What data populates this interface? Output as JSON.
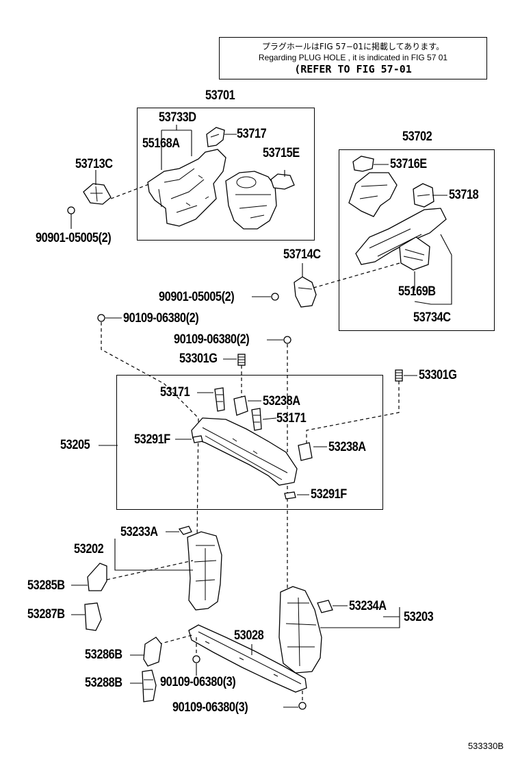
{
  "note": {
    "line1": "プラグホールはFIG 57−01に掲載してあります。",
    "line2": "Regarding  PLUG  HOLE , it is indicated in  FIG  57  01",
    "line3": "(REFER TO FIG 57-01"
  },
  "labels": {
    "p53701": "53701",
    "p53733D": "53733D",
    "p53717": "53717",
    "p55168A": "55168A",
    "p53715E": "53715E",
    "p53713C": "53713C",
    "p90901_a": "90901-05005(2)",
    "p53702": "53702",
    "p53716E": "53716E",
    "p53718": "53718",
    "p53714C": "53714C",
    "p90901_b": "90901-05005(2)",
    "p55169B": "55169B",
    "p53734C": "53734C",
    "p90109_a": "90109-06380(2)",
    "p90109_b": "90109-06380(2)",
    "p53301G_a": "53301G",
    "p53301G_b": "53301G",
    "p53171_a": "53171",
    "p53238A_a": "53238A",
    "p53171_b": "53171",
    "p53205": "53205",
    "p53291F_a": "53291F",
    "p53238A_b": "53238A",
    "p53291F_b": "53291F",
    "p53233A": "53233A",
    "p53202": "53202",
    "p53285B": "53285B",
    "p53287B": "53287B",
    "p53234A": "53234A",
    "p53203": "53203",
    "p53028": "53028",
    "p53286B": "53286B",
    "p53288B": "53288B",
    "p90109_c": "90109-06380(3)",
    "p90109_d": "90109-06380(3)"
  },
  "diagram_code": "533330B"
}
